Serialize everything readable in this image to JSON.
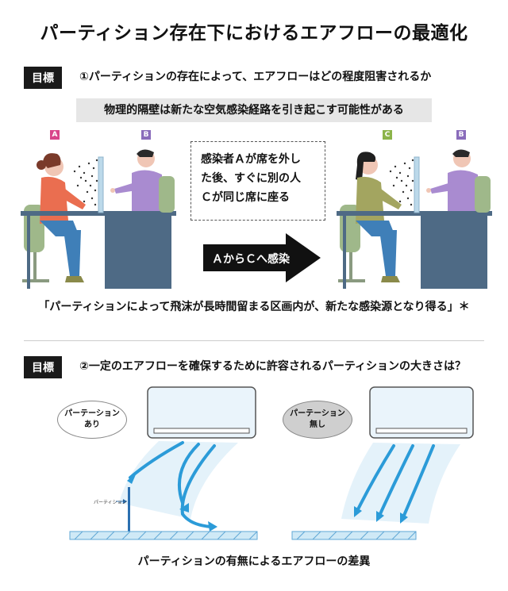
{
  "title": "パーティション存在下におけるエアフローの最適化",
  "goal1": {
    "badge": "目標",
    "text": "①パーティションの存在によって、エアフローはどの程度阻害されるか",
    "subheading": "物理的隔壁は新たな空気感染経路を引き起こす可能性がある",
    "person_tags": [
      "A",
      "B",
      "C",
      "B"
    ],
    "note_lines": [
      "感染者Ａが席を外し",
      "た後、すぐに別の人",
      "Ｃが同じ席に座る"
    ],
    "arrow_text": "ＡからＣへ感染",
    "quote": "「パーティションによって飛沫が長時間留まる区画内が、新たな感染源となり得る」＊"
  },
  "goal2": {
    "badge": "目標",
    "text": "②一定のエアフローを確保するために許容されるパーティションの大きさは？",
    "bubble_with": [
      "パーテーション",
      "あり"
    ],
    "bubble_without": [
      "パーテーション",
      "無し"
    ],
    "partition_label": "パーティション",
    "caption": "パーティションの有無によるエアフローの差異"
  },
  "colors": {
    "tag_a": "#d8458a",
    "tag_b": "#8a6cbb",
    "tag_c": "#8cb44a",
    "desk": "#4e6a85",
    "flow": "#2b9bd8"
  }
}
